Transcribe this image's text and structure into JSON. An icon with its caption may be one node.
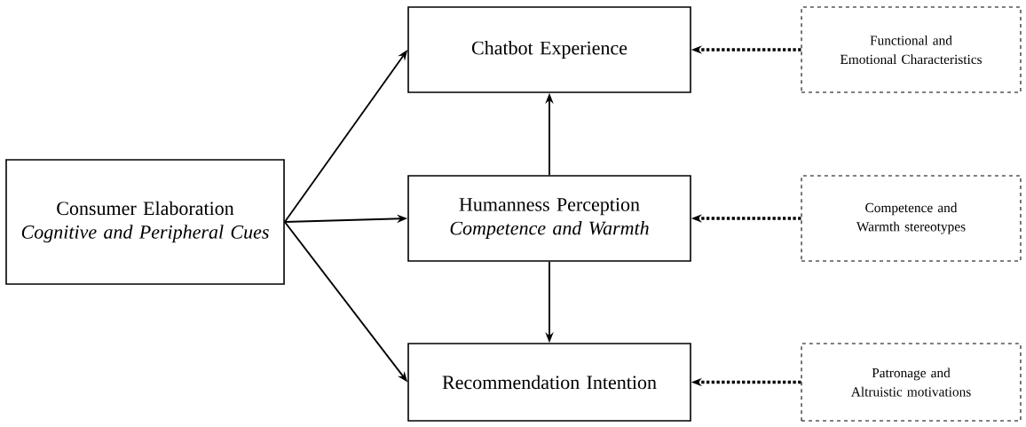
{
  "diagram": {
    "nodes": [
      {
        "text": [
          "Consumer Elaboration",
          "Cognitive and Peripheral Cues"
        ]
      },
      {
        "text": [
          "Chatbot Experience"
        ]
      },
      {
        "text": [
          "Humanness Perception",
          "Competence and Warmth"
        ]
      },
      {
        "text": [
          "Recommendation Intention"
        ]
      },
      {
        "text": [
          "Functional and Emotional Characteristics"
        ]
      },
      {
        "text": [
          "Competence and Warmth stereotypes"
        ]
      },
      {
        "text": [
          "Patronage and Altruistic motivations"
        ]
      }
    ],
    "edges": [
      {
        "from": 0,
        "to": 1,
        "arrow": "to"
      },
      {
        "from": 0,
        "to": 2,
        "arrow": "to"
      },
      {
        "from": 0,
        "to": 3,
        "arrow": "to"
      },
      {
        "from": 2,
        "to": 1,
        "arrow": "to"
      },
      {
        "from": 2,
        "to": 3,
        "arrow": "to"
      },
      {
        "from": 4,
        "to": 1,
        "arrow": "to",
        "style": "dashed"
      },
      {
        "from": 5,
        "to": 2,
        "arrow": "to",
        "style": "dashed"
      },
      {
        "from": 6,
        "to": 3,
        "arrow": "to",
        "style": "dashed"
      }
    ]
  }
}
